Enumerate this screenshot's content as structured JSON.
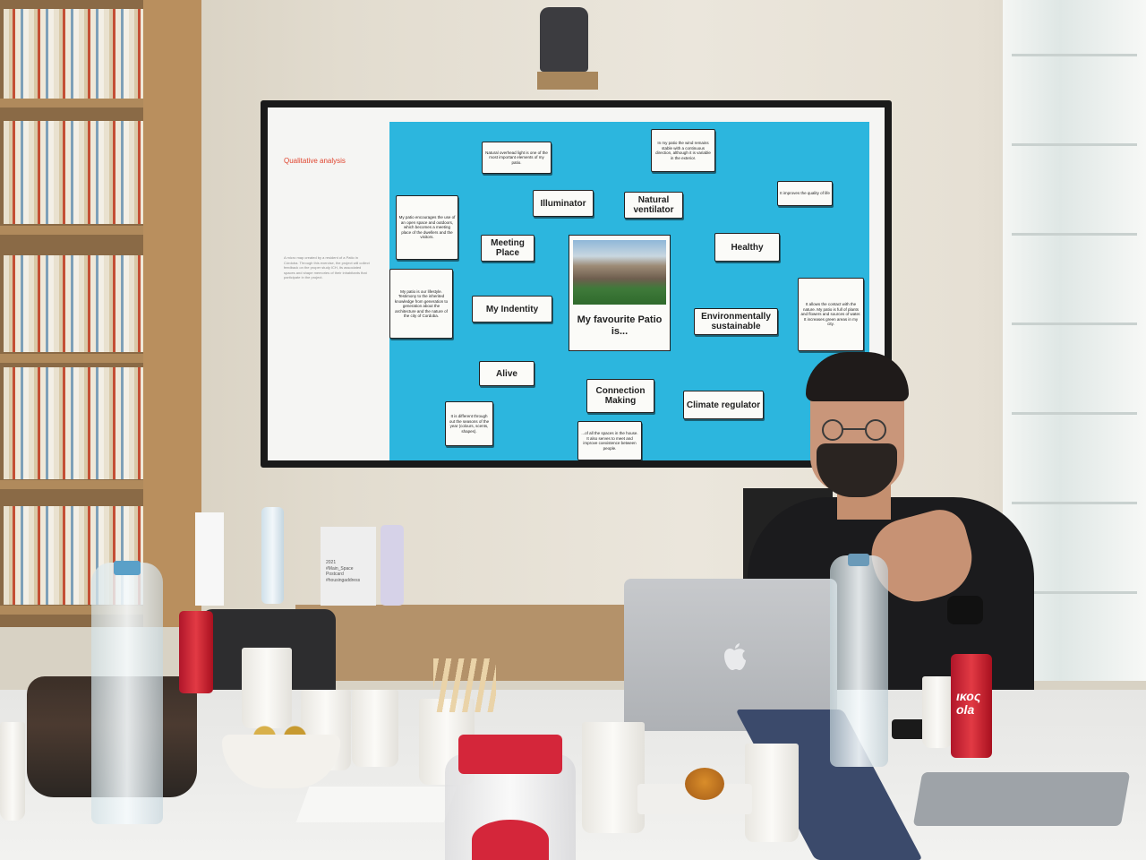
{
  "slide": {
    "title": "Qualitative analysis",
    "description": "A micro map created by a resident of a Patio in Córdoba. Through this exercise, the project will collect feedback on the proper study ICH, its associated spaces and shape memories of their inhabitants that participate in the project.",
    "center_card": "My favourite Patio is...",
    "cards": [
      {
        "id": "illuminator",
        "text": "Illuminator",
        "size": "big"
      },
      {
        "id": "natural-ventilator",
        "text": "Natural ventilator",
        "size": "big"
      },
      {
        "id": "meeting-place",
        "text": "Meeting Place",
        "size": "big"
      },
      {
        "id": "healthy",
        "text": "Healthy",
        "size": "big"
      },
      {
        "id": "my-indentity",
        "text": "My Indentity",
        "size": "big"
      },
      {
        "id": "environmentally-sustainable",
        "text": "Environmentally sustainable",
        "size": "big"
      },
      {
        "id": "alive",
        "text": "Alive",
        "size": "big"
      },
      {
        "id": "connection-making",
        "text": "Connection Making",
        "size": "big"
      },
      {
        "id": "climate-regulator",
        "text": "Climate regulator",
        "size": "big"
      },
      {
        "id": "natural-light-note",
        "text": "Natural overhead light is one of the most important elements of my patio.",
        "size": "small"
      },
      {
        "id": "wind-note",
        "text": "In my patio the wind remains stable with a continuous direction, although it is variable in the exterior.",
        "size": "small"
      },
      {
        "id": "quality-note",
        "text": "It improves the quality of life",
        "size": "small"
      },
      {
        "id": "encourages-note",
        "text": "My patio encourages the use of an open space and outdoors, which becomes a meeting place of the dwellers and the visitors.",
        "size": "small"
      },
      {
        "id": "lifestyle-note",
        "text": "My patio is our lifestyle. Testimony to the inherited knowledge from generation to generation about the architecture and the nature of the city of Cordoba.",
        "size": "small"
      },
      {
        "id": "nature-note",
        "text": "It allows the contact with the nature. My patio is full of plants and flowers and sources of water. It increases green areas in my city.",
        "size": "small"
      },
      {
        "id": "seasons-note",
        "text": "It is different through out the seasons of the year (colours, scents, shapes).",
        "size": "small"
      },
      {
        "id": "spaces-note",
        "text": "...of all the spaces in the house. It also serves to meet and improve coexistence between people.",
        "size": "small"
      }
    ]
  },
  "document_stand": "2021\n#Main_Space\nPostcard\n#housingaddress",
  "can_label": "ικος\nola",
  "colors": {
    "board": "#2cb6de",
    "slide_title": "#e0452f",
    "bottle_cap": "#d4263a"
  }
}
